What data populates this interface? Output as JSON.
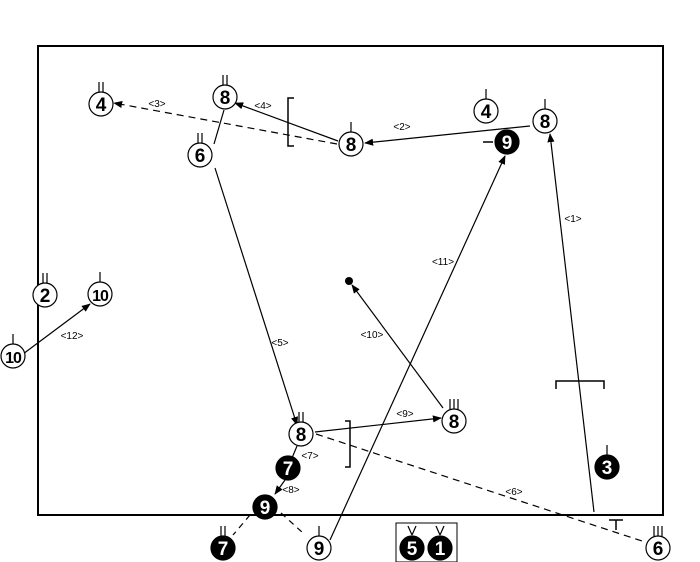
{
  "colors": {
    "ink": "#000000",
    "paper": "#ffffff"
  },
  "players": [
    {
      "id": "o8a",
      "label": "8",
      "team": "white",
      "marker": "II"
    },
    {
      "id": "o4a",
      "label": "4",
      "team": "white",
      "marker": "II"
    },
    {
      "id": "o6a",
      "label": "6",
      "team": "white",
      "marker": "II"
    },
    {
      "id": "o8b",
      "label": "8",
      "team": "white",
      "marker": "I"
    },
    {
      "id": "o4b",
      "label": "4",
      "team": "white",
      "marker": "I"
    },
    {
      "id": "o8c",
      "label": "8",
      "team": "white",
      "marker": "I"
    },
    {
      "id": "d9a",
      "label": "9",
      "team": "black",
      "marker": "-"
    },
    {
      "id": "o2",
      "label": "2",
      "team": "white",
      "marker": "II"
    },
    {
      "id": "o10a",
      "label": "10",
      "team": "white",
      "marker": "I"
    },
    {
      "id": "o10b",
      "label": "10",
      "team": "white",
      "marker": "I"
    },
    {
      "id": "o8d",
      "label": "8",
      "team": "white",
      "marker": "III"
    },
    {
      "id": "o8e",
      "label": "8",
      "team": "white",
      "marker": "II"
    },
    {
      "id": "d7a",
      "label": "7",
      "team": "black",
      "marker": ""
    },
    {
      "id": "d9b",
      "label": "9",
      "team": "black",
      "marker": ""
    },
    {
      "id": "d3",
      "label": "3",
      "team": "black",
      "marker": "I"
    },
    {
      "id": "d7b",
      "label": "7",
      "team": "black",
      "marker": "II"
    },
    {
      "id": "o9",
      "label": "9",
      "team": "white",
      "marker": "I"
    },
    {
      "id": "d5",
      "label": "5",
      "team": "black",
      "marker": "V"
    },
    {
      "id": "d1",
      "label": "1",
      "team": "black",
      "marker": "V"
    },
    {
      "id": "o6b",
      "label": "6",
      "team": "white",
      "marker": "III"
    }
  ],
  "passes": [
    {
      "id": "p1",
      "label": "<1>",
      "style": "solid"
    },
    {
      "id": "p2",
      "label": "<2>",
      "style": "solid"
    },
    {
      "id": "p3",
      "label": "<3>",
      "style": "dashed"
    },
    {
      "id": "p4",
      "label": "<4>",
      "style": "solid"
    },
    {
      "id": "p5",
      "label": "<5>",
      "style": "solid"
    },
    {
      "id": "p6",
      "label": "<6>",
      "style": "dashed"
    },
    {
      "id": "p7",
      "label": "<7>",
      "style": "solid"
    },
    {
      "id": "p8",
      "label": "<8>",
      "style": "solid"
    },
    {
      "id": "p9",
      "label": "<9>",
      "style": "solid"
    },
    {
      "id": "p10",
      "label": "<10>",
      "style": "solid"
    },
    {
      "id": "p11",
      "label": "<11>",
      "style": "solid"
    },
    {
      "id": "p12",
      "label": "<12>",
      "style": "solid"
    }
  ]
}
